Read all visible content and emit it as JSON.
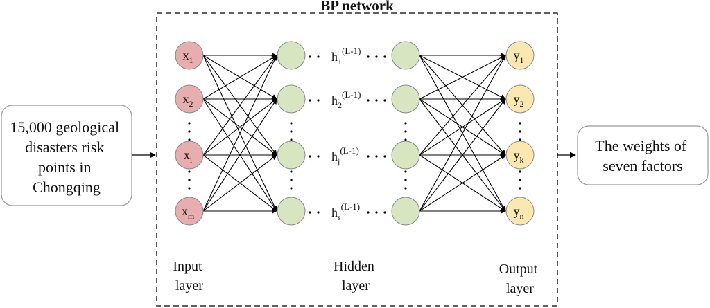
{
  "title": "BP network",
  "input_box": {
    "lines": [
      "15,000 geological",
      "disasters risk",
      "points in",
      "Chongqing"
    ]
  },
  "output_box": {
    "lines": [
      "The weights of",
      "seven factors"
    ]
  },
  "layers": {
    "input": {
      "label_lines": [
        "Input",
        "layer"
      ]
    },
    "hidden": {
      "label_lines": [
        "Hidden",
        "layer"
      ]
    },
    "output": {
      "label_lines": [
        "Output",
        "layer"
      ]
    }
  },
  "input_nodes": [
    {
      "base": "x",
      "sub": "1"
    },
    {
      "base": "x",
      "sub": "2"
    },
    {
      "base": "x",
      "sub": "i"
    },
    {
      "base": "x",
      "sub": "m"
    }
  ],
  "hidden_nodes": [
    {
      "base": "h",
      "sub": "1",
      "sup": "(L-1)"
    },
    {
      "base": "h",
      "sub": "2",
      "sup": "(L-1)"
    },
    {
      "base": "h",
      "sub": "j",
      "sup": "(L-1)"
    },
    {
      "base": "h",
      "sub": "s",
      "sup": "(L-1)"
    }
  ],
  "output_nodes": [
    {
      "base": "y",
      "sub": "1"
    },
    {
      "base": "y",
      "sub": "2"
    },
    {
      "base": "y",
      "sub": "k"
    },
    {
      "base": "y",
      "sub": "n"
    }
  ],
  "colors": {
    "input_fill": "#e6aeae",
    "hidden_fill": "#d7e6c0",
    "output_fill": "#fbe8b0",
    "node_stroke": "#888888",
    "line": "#000000",
    "box_stroke": "#999999"
  }
}
